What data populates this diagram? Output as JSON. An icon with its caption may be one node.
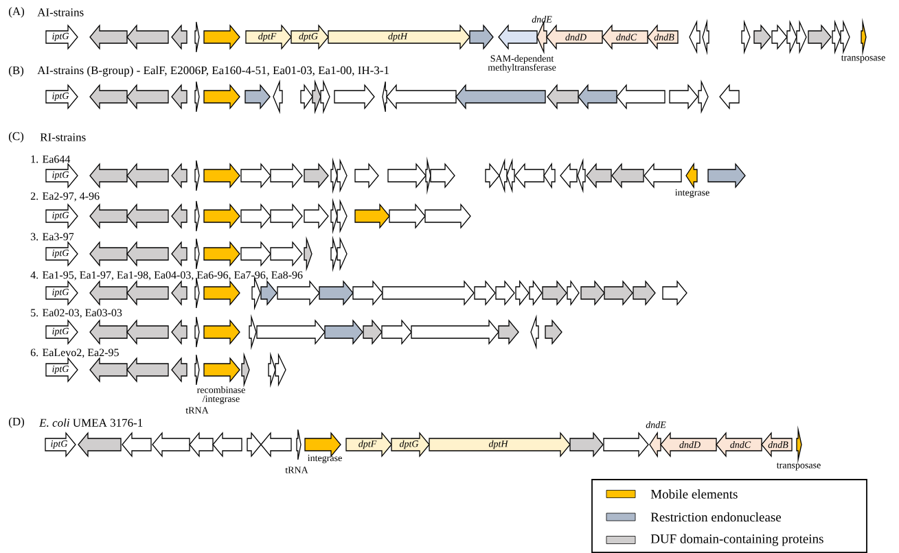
{
  "diagram": {
    "nodes": [
      {
        "text": [
          "iptG"
        ]
      },
      {
        "text": [],
        "shape": "arrow"
      },
      {
        "text": [],
        "shape": "arrow"
      },
      {
        "text": [],
        "shape": "arrow"
      },
      {
        "text": [],
        "shape": "arrow"
      },
      {
        "text": [],
        "shape": "arrow"
      },
      {
        "text": [
          "dptF"
        ]
      },
      {
        "text": [
          "dptG"
        ]
      },
      {
        "text": [
          "dptH"
        ]
      },
      {
        "text": [],
        "shape": "arrow"
      },
      {
        "text": [],
        "shape": "arrow",
        "beside": [
          "SAM-dependent methyltransferase"
        ]
      },
      {
        "text": [],
        "shape": "arrow",
        "beside": [
          "dndE"
        ]
      },
      {
        "text": [
          "dndD"
        ]
      },
      {
        "text": [
          "dndC"
        ]
      },
      {
        "text": [
          "dndB"
        ]
      },
      {
        "text": [],
        "shape": "arrow"
      },
      {
        "text": [],
        "shape": "arrow"
      },
      {
        "text": [],
        "shape": "arrow"
      },
      {
        "text": [],
        "shape": "arrow"
      },
      {
        "text": [],
        "shape": "arrow"
      },
      {
        "text": [],
        "shape": "arrow"
      },
      {
        "text": [],
        "shape": "arrow"
      },
      {
        "text": [],
        "shape": "arrow"
      },
      {
        "text": [],
        "shape": "arrow"
      },
      {
        "text": [],
        "shape": "arrow"
      },
      {
        "text": [],
        "shape": "arrow",
        "beside": [
          "transposase"
        ]
      },
      {
        "text": [
          "iptG"
        ]
      },
      {
        "text": [],
        "shape": "arrow"
      },
      {
        "text": [],
        "shape": "arrow"
      },
      {
        "text": [],
        "shape": "arrow"
      },
      {
        "text": [],
        "shape": "arrow"
      },
      {
        "text": [],
        "shape": "arrow"
      },
      {
        "text": [],
        "shape": "arrow"
      },
      {
        "text": [],
        "shape": "arrow"
      },
      {
        "text": [],
        "shape": "arrow"
      },
      {
        "text": [],
        "shape": "arrow"
      },
      {
        "text": [],
        "shape": "arrow"
      },
      {
        "text": [],
        "shape": "arrow"
      },
      {
        "text": [],
        "shape": "arrow"
      },
      {
        "text": [],
        "shape": "arrow"
      },
      {
        "text": [],
        "shape": "arrow"
      },
      {
        "text": [],
        "shape": "arrow"
      },
      {
        "text": [],
        "shape": "arrow"
      },
      {
        "text": [],
        "shape": "arrow"
      },
      {
        "text": [],
        "shape": "arrow"
      },
      {
        "text": [],
        "shape": "arrow"
      },
      {
        "text": [],
        "shape": "arrow"
      },
      {
        "text": [
          "iptG"
        ]
      },
      {
        "text": [],
        "shape": "arrow"
      },
      {
        "text": [],
        "shape": "arrow"
      },
      {
        "text": [],
        "shape": "arrow"
      },
      {
        "text": [],
        "shape": "arrow"
      },
      {
        "text": [],
        "shape": "arrow"
      },
      {
        "text": [],
        "shape": "arrow"
      },
      {
        "text": [],
        "shape": "arrow"
      },
      {
        "text": [],
        "shape": "arrow"
      },
      {
        "text": [],
        "shape": "arrow"
      },
      {
        "text": [],
        "shape": "arrow"
      },
      {
        "text": [],
        "shape": "arrow"
      },
      {
        "text": [],
        "shape": "arrow"
      },
      {
        "text": [],
        "shape": "arrow"
      },
      {
        "text": [],
        "shape": "arrow"
      },
      {
        "text": [],
        "shape": "arrow"
      },
      {
        "text": [],
        "shape": "arrow"
      },
      {
        "text": [],
        "shape": "arrow"
      },
      {
        "text": [],
        "shape": "arrow"
      },
      {
        "text": [],
        "shape": "arrow"
      },
      {
        "text": [],
        "shape": "arrow"
      },
      {
        "text": [],
        "shape": "arrow"
      },
      {
        "text": [],
        "shape": "arrow"
      },
      {
        "text": [],
        "shape": "arrow"
      },
      {
        "text": [],
        "shape": "arrow"
      },
      {
        "text": [],
        "shape": "arrow",
        "beside": [
          "integrase"
        ]
      },
      {
        "text": [],
        "shape": "arrow"
      },
      {
        "text": [
          "iptG"
        ]
      },
      {
        "text": [],
        "shape": "arrow"
      },
      {
        "text": [],
        "shape": "arrow"
      },
      {
        "text": [],
        "shape": "arrow"
      },
      {
        "text": [],
        "shape": "arrow"
      },
      {
        "text": [],
        "shape": "arrow"
      },
      {
        "text": [],
        "shape": "arrow"
      },
      {
        "text": [],
        "shape": "arrow"
      },
      {
        "text": [],
        "shape": "arrow"
      },
      {
        "text": [],
        "shape": "arrow"
      },
      {
        "text": [],
        "shape": "arrow"
      },
      {
        "text": [],
        "shape": "arrow"
      },
      {
        "text": [],
        "shape": "arrow"
      },
      {
        "text": [],
        "shape": "arrow"
      },
      {
        "text": [
          "iptG"
        ]
      },
      {
        "text": [],
        "shape": "arrow"
      },
      {
        "text": [],
        "shape": "arrow"
      },
      {
        "text": [],
        "shape": "arrow"
      },
      {
        "text": [],
        "shape": "arrow"
      },
      {
        "text": [],
        "shape": "arrow"
      },
      {
        "text": [],
        "shape": "arrow"
      },
      {
        "text": [],
        "shape": "arrow"
      },
      {
        "text": [],
        "shape": "arrow"
      },
      {
        "text": [],
        "shape": "arrow"
      },
      {
        "text": [],
        "shape": "arrow"
      },
      {
        "text": [
          "iptG"
        ]
      },
      {
        "text": [],
        "shape": "arrow"
      },
      {
        "text": [],
        "shape": "arrow"
      },
      {
        "text": [],
        "shape": "arrow"
      },
      {
        "text": [],
        "shape": "arrow"
      },
      {
        "text": [],
        "shape": "arrow"
      },
      {
        "text": [],
        "shape": "arrow"
      },
      {
        "text": [],
        "shape": "arrow"
      },
      {
        "text": [],
        "shape": "arrow"
      },
      {
        "text": [],
        "shape": "arrow"
      },
      {
        "text": [],
        "shape": "arrow"
      },
      {
        "text": [],
        "shape": "arrow"
      },
      {
        "text": [],
        "shape": "arrow"
      },
      {
        "text": [],
        "shape": "arrow"
      },
      {
        "text": [],
        "shape": "arrow"
      },
      {
        "text": [],
        "shape": "arrow"
      },
      {
        "text": [],
        "shape": "arrow"
      },
      {
        "text": [],
        "shape": "arrow"
      },
      {
        "text": [],
        "shape": "arrow"
      },
      {
        "text": [],
        "shape": "arrow"
      },
      {
        "text": [],
        "shape": "arrow"
      },
      {
        "text": [],
        "shape": "arrow"
      },
      {
        "text": [
          "iptG"
        ]
      },
      {
        "text": [],
        "shape": "arrow"
      },
      {
        "text": [],
        "shape": "arrow"
      },
      {
        "text": [],
        "shape": "arrow"
      },
      {
        "text": [],
        "shape": "arrow"
      },
      {
        "text": [],
        "shape": "arrow"
      },
      {
        "text": [],
        "shape": "arrow"
      },
      {
        "text": [],
        "shape": "arrow"
      },
      {
        "text": [],
        "shape": "arrow"
      },
      {
        "text": [],
        "shape": "arrow"
      },
      {
        "text": [],
        "shape": "arrow"
      },
      {
        "text": [],
        "shape": "arrow"
      },
      {
        "text": [],
        "shape": "arrow"
      },
      {
        "text": [],
        "shape": "arrow"
      },
      {
        "text": [],
        "shape": "arrow"
      },
      {
        "text": [
          "iptG"
        ]
      },
      {
        "text": [],
        "shape": "arrow"
      },
      {
        "text": [],
        "shape": "arrow"
      },
      {
        "text": [],
        "shape": "arrow"
      },
      {
        "text": [],
        "shape": "arrow",
        "beside": [
          "tRNA"
        ]
      },
      {
        "text": [],
        "shape": "arrow",
        "beside": [
          "recombinase /integrase"
        ]
      },
      {
        "text": [],
        "shape": "arrow"
      },
      {
        "text": [],
        "shape": "arrow"
      },
      {
        "text": [],
        "shape": "arrow"
      },
      {
        "text": [
          "iptG"
        ]
      },
      {
        "text": [],
        "shape": "arrow"
      },
      {
        "text": [],
        "shape": "arrow"
      },
      {
        "text": [],
        "shape": "arrow"
      },
      {
        "text": [],
        "shape": "arrow"
      },
      {
        "text": [],
        "shape": "arrow"
      },
      {
        "text": [],
        "shape": "arrow"
      },
      {
        "text": [],
        "shape": "arrow"
      },
      {
        "text": [],
        "shape": "arrow",
        "beside": [
          "tRNA"
        ]
      },
      {
        "text": [],
        "shape": "arrow",
        "beside": [
          "integrase"
        ]
      },
      {
        "text": [
          "dptF"
        ]
      },
      {
        "text": [
          "dptG"
        ]
      },
      {
        "text": [
          "dptH"
        ]
      },
      {
        "text": [],
        "shape": "arrow"
      },
      {
        "text": [],
        "shape": "arrow"
      },
      {
        "text": [],
        "shape": "arrow",
        "beside": [
          "dndE"
        ]
      },
      {
        "text": [
          "dndD"
        ]
      },
      {
        "text": [
          "dndC"
        ]
      },
      {
        "text": [
          "dndB"
        ]
      },
      {
        "text": [],
        "shape": "arrow",
        "beside": [
          "transposase"
        ]
      }
    ],
    "labels": [
      "(A)",
      "AI-strains",
      "(B)",
      "AI-strains (B-group) - EalF, E2006P, Ea160-4-51, Ea01-03, Ea1-00, IH-3-1",
      "(C)",
      "RI-strains",
      "1. Ea644",
      "2. Ea2-97, 4-96",
      "3. Ea3-97",
      "4. Ea1-95, Ea1-97, Ea1-98, Ea04-03, Ea6-96, Ea7-96, Ea8-96",
      "5. Ea02-03, Ea03-03",
      "6. EaLevo2, Ea2-95",
      "(D)",
      "*E. coli* UMEA 3176-1"
    ],
    "legend": [
      {
        "text": "Mobile elements",
        "color": "#ffc000"
      },
      {
        "text": "Restriction endonuclease",
        "color": "#adb9ca"
      },
      {
        "text": "DUF domain-containing proteins",
        "color": "#d0cece"
      }
    ]
  }
}
